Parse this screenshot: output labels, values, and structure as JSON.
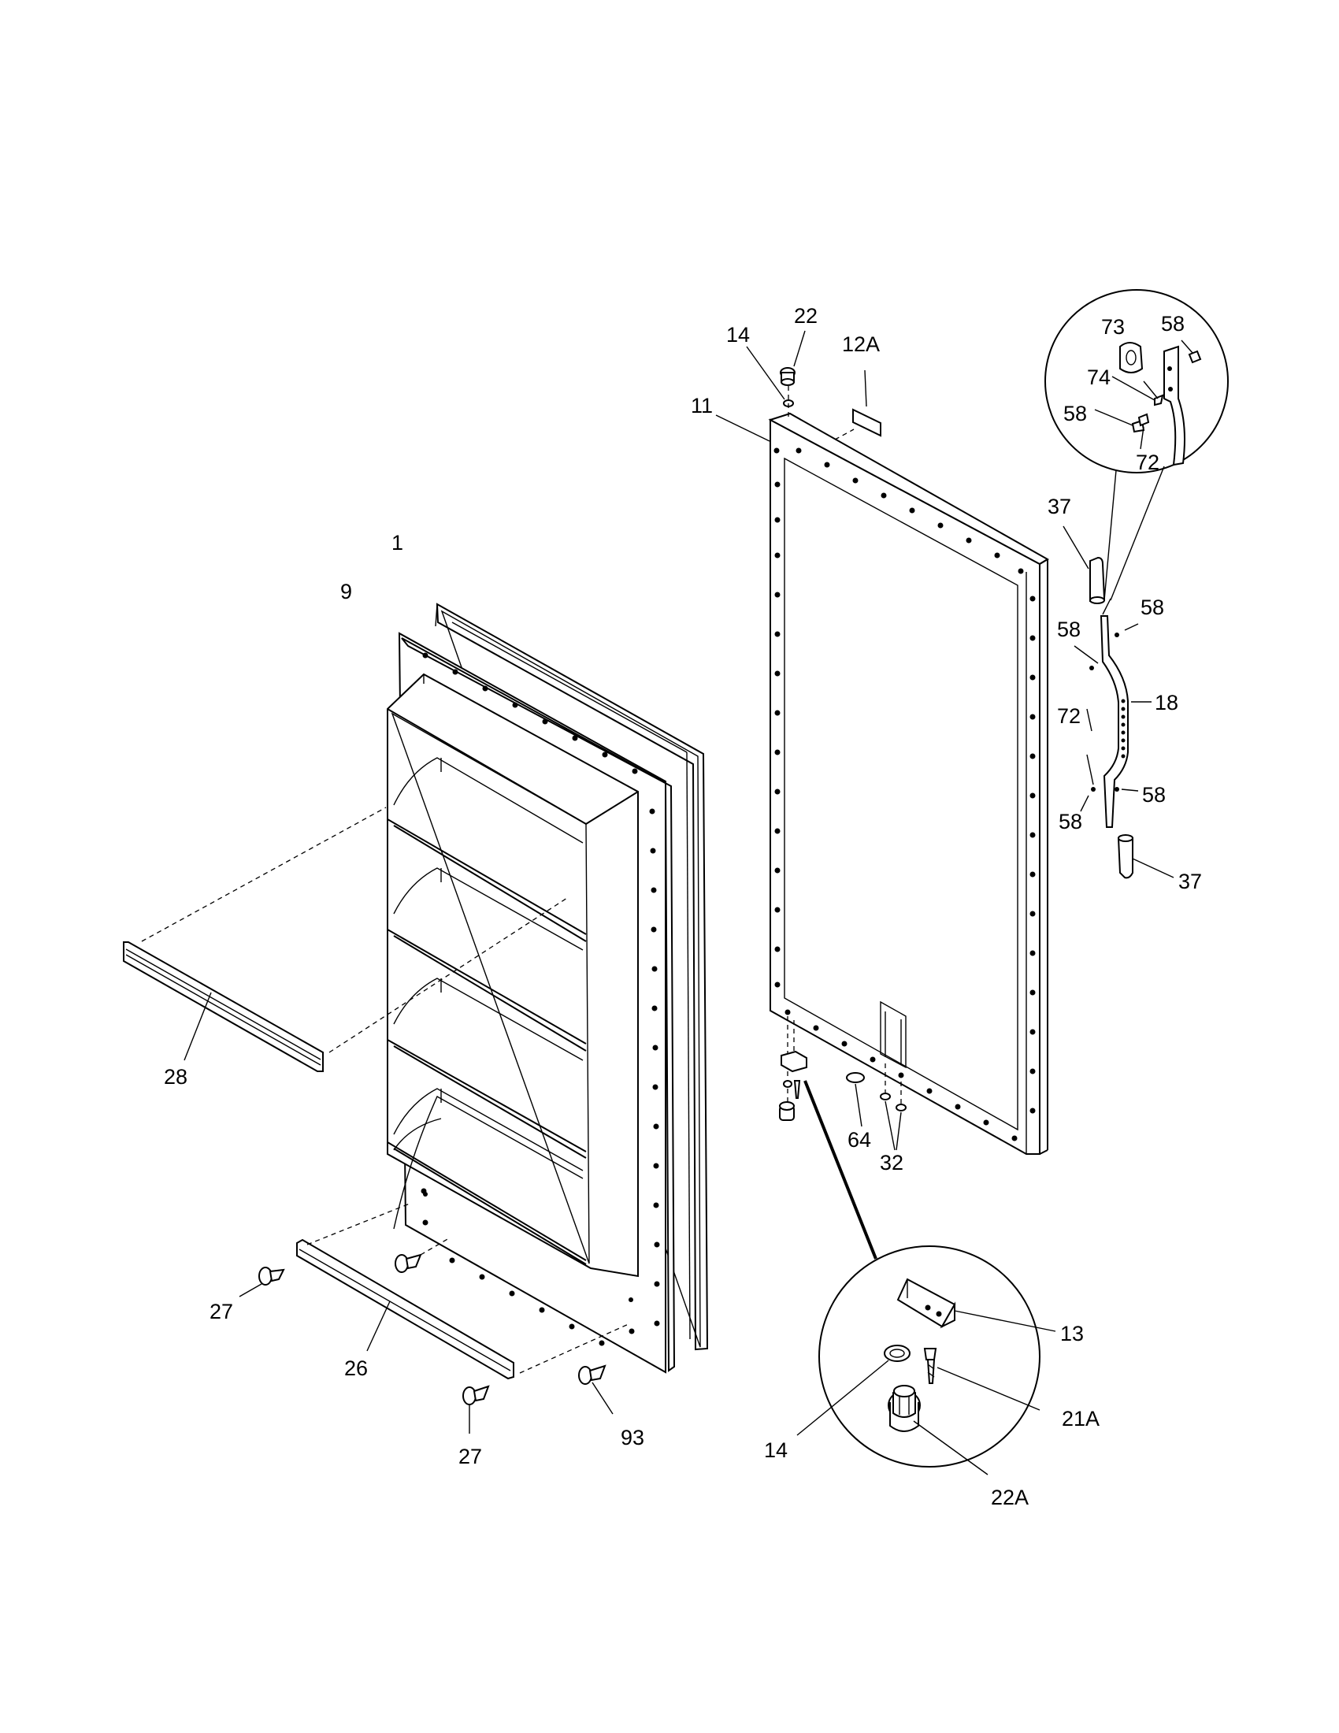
{
  "diagram": {
    "labels": {
      "l1": "1",
      "l9": "9",
      "l11": "11",
      "l12a": "12A",
      "l13": "13",
      "l14a": "14",
      "l14b": "14",
      "l18": "18",
      "l21a": "21A",
      "l22": "22",
      "l22a": "22A",
      "l26": "26",
      "l27a": "27",
      "l27b": "27",
      "l28": "28",
      "l32": "32",
      "l37a": "37",
      "l37b": "37",
      "l58a": "58",
      "l58b": "58",
      "l58c": "58",
      "l58d": "58",
      "l58e": "58",
      "l58f": "58",
      "l64": "64",
      "l72a": "72",
      "l72b": "72",
      "l73": "73",
      "l74": "74",
      "l93": "93"
    }
  }
}
